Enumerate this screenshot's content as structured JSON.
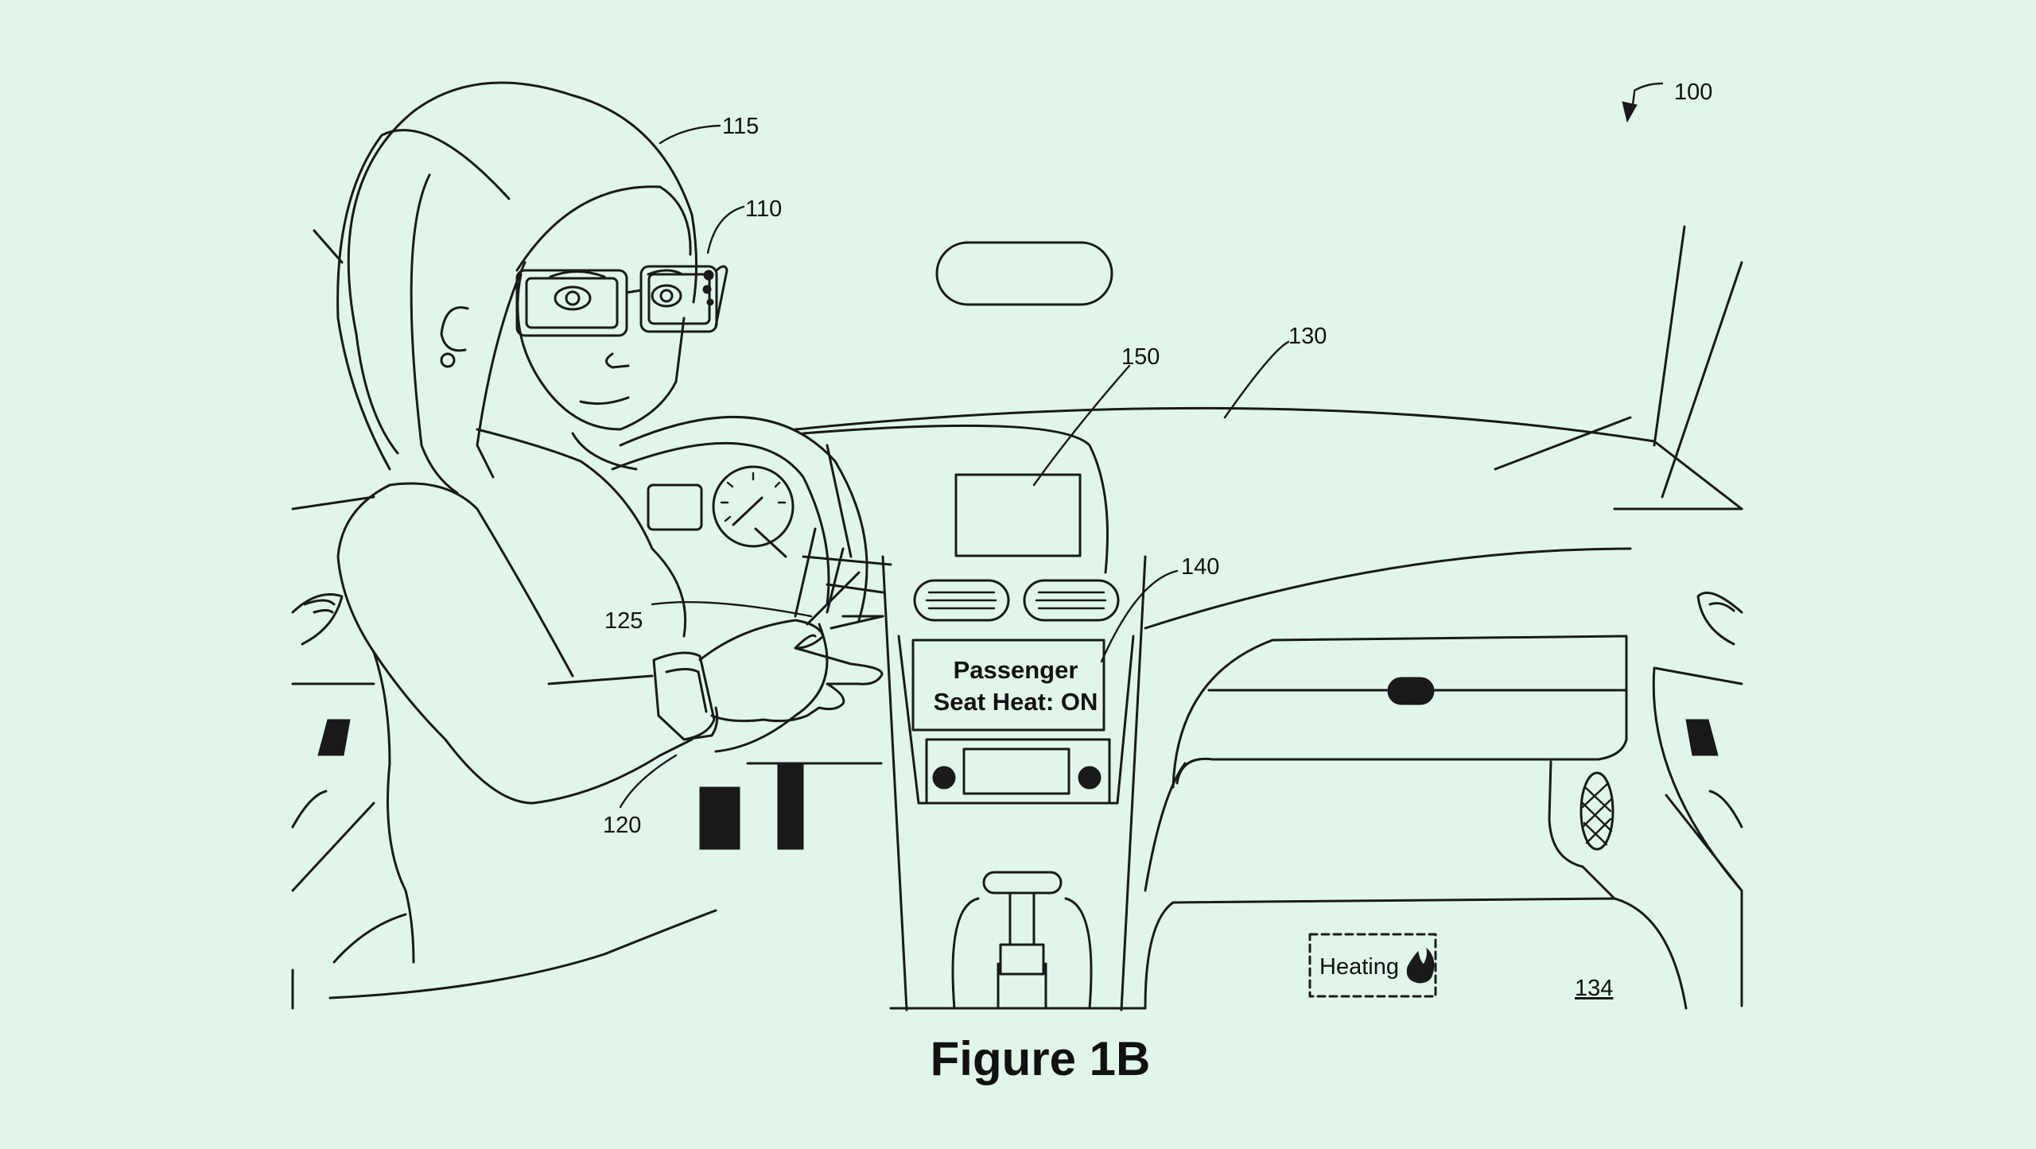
{
  "figure": {
    "caption": "Figure 1B",
    "display_line1": "Passenger",
    "display_line2": "Seat Heat: ON",
    "heating_label": "Heating",
    "refs": {
      "r100": "100",
      "r110": "110",
      "r115": "115",
      "r120": "120",
      "r125": "125",
      "r130": "130",
      "r134": "134",
      "r140": "140",
      "r150": "150"
    }
  },
  "colors": {
    "background": "#e0f6e8",
    "line": "#1a1a1a"
  }
}
